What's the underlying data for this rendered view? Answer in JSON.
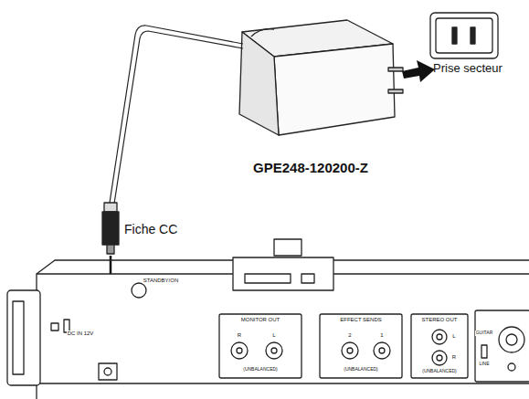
{
  "diagram": {
    "labels": [
      "Prise secteur",
      "GPE248-120200-Z",
      "Fiche CC",
      "STANDBY/ON",
      "DC IN 12V",
      "MONITOR OUT",
      "R",
      "L",
      "(UNBALANCED)",
      "EFFECT SENDS",
      "2",
      "1",
      "(UNBALANCED)",
      "STEREO OUT",
      "L",
      "R",
      "(UNBALANCED)",
      "GUITAR",
      "LINE"
    ]
  }
}
